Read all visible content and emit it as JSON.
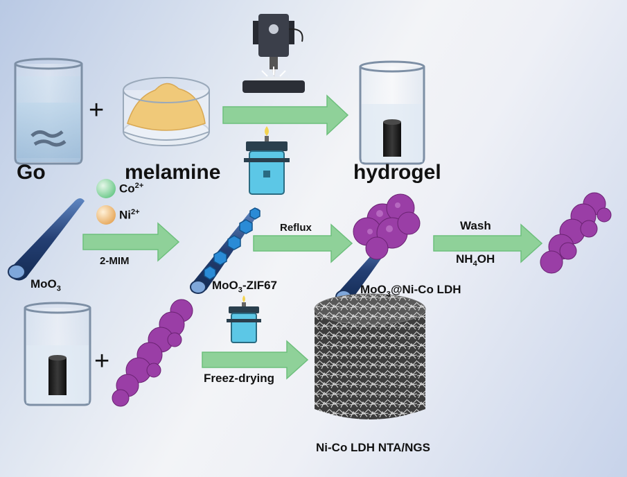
{
  "labels": {
    "go": "Go",
    "plus_top": "+",
    "melamine": "melamine",
    "hydrogel": "hydrogel",
    "co": "Co",
    "co_charge": "2+",
    "ni": "Ni",
    "ni_charge": "2+",
    "moo3_base": "MoO",
    "moo3_sub": "3",
    "mim": "2-MIM",
    "zif_base": "MoO",
    "zif_sub": "3",
    "zif_rest": "-ZIF67",
    "reflux": "Reflux",
    "ldh_base": "MoO",
    "ldh_sub": "3",
    "ldh_rest": "@Ni-Co LDH",
    "wash": "Wash",
    "nh4oh_a": "NH",
    "nh4oh_sub": "4",
    "nh4oh_b": "OH",
    "plus_bottom": "+",
    "freeze": "Freez-drying",
    "final": "Ni-Co LDH NTA/NGS"
  },
  "colors": {
    "arrow": "#8fd199",
    "arrow_edge": "#6dbf7c",
    "rod": "#1f3f72",
    "ldh": "#9a3ea6",
    "zif": "#2a8bd6",
    "melamine": "#f0c979",
    "lamp": "#5cc7e6"
  }
}
